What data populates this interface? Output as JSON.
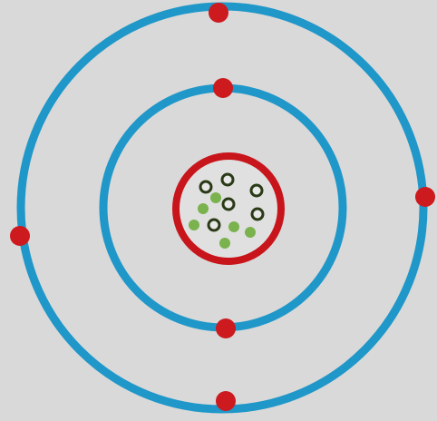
{
  "diagram": {
    "type": "bohr-atom-model",
    "background_color": "#d9d9d9",
    "colors": {
      "orbit": "#1f97c9",
      "electron": "#cc1a1f",
      "nucleus_ring": "#c8151c",
      "nucleus_fill": "#e0e0e0",
      "proton_outline": "#2a3a16",
      "proton_fill": "#ffffff",
      "neutron": "#7ab24e"
    },
    "shells": [
      {
        "name": "inner-shell",
        "electron_count": 2
      },
      {
        "name": "outer-shell",
        "electron_count": 4
      }
    ],
    "nucleus": {
      "proton_count": 6,
      "neutron_count": 6
    }
  }
}
